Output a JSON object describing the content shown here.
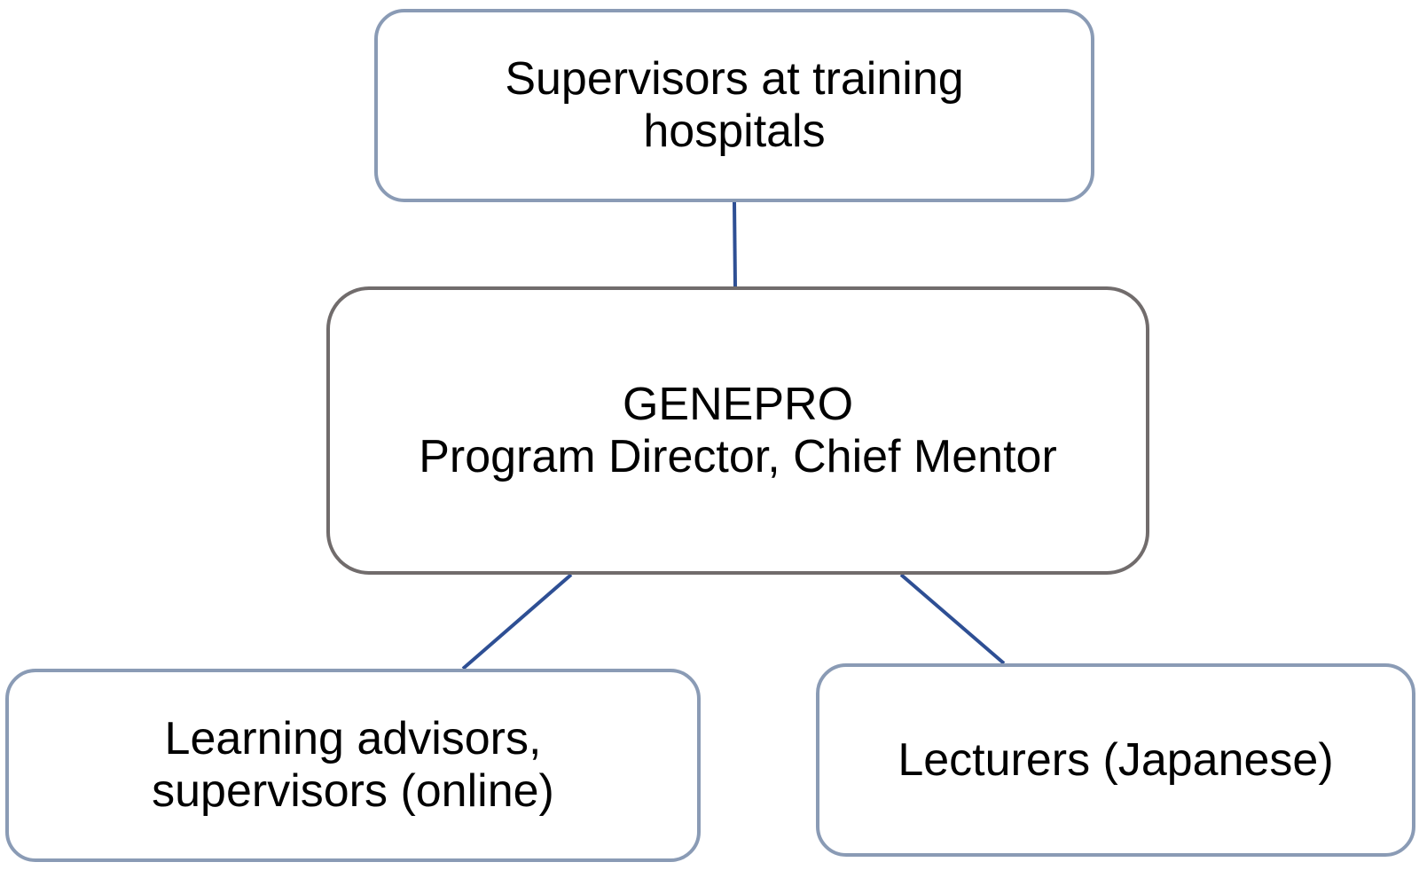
{
  "diagram": {
    "nodes": {
      "top": {
        "lines": [
          "Supervisors at training",
          "hospitals"
        ]
      },
      "center": {
        "lines": [
          "GENEPRO",
          "Program Director, Chief Mentor"
        ]
      },
      "bottom_left": {
        "lines": [
          "Learning advisors,",
          "supervisors (online)"
        ]
      },
      "bottom_right": {
        "lines": [
          "Lecturers (Japanese)"
        ]
      }
    },
    "edges": [
      {
        "from": "top",
        "to": "center"
      },
      {
        "from": "center",
        "to": "bottom_left"
      },
      {
        "from": "center",
        "to": "bottom_right"
      }
    ],
    "colors": {
      "connector": "#2e4f94",
      "outer_border": "#8a9bb5",
      "center_border": "#716c6c"
    }
  }
}
